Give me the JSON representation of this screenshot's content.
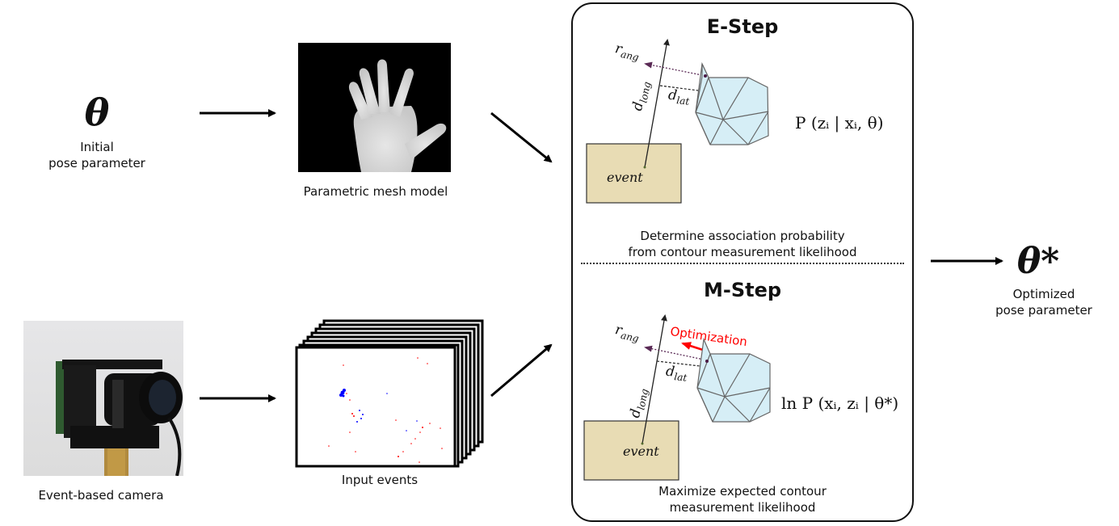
{
  "initial": {
    "symbol": "θ",
    "label_line1": "Initial",
    "label_line2": "pose parameter"
  },
  "mesh_model": {
    "image": "hand-mesh-render",
    "label": "Parametric mesh model"
  },
  "camera": {
    "image": "event-camera-photo",
    "label": "Event-based camera"
  },
  "input_events": {
    "label": "Input events",
    "frame_count": 8,
    "colors": {
      "positive": "#0000ff",
      "negative": "#ff0000"
    }
  },
  "e_step": {
    "title": "E-Step",
    "formula": "P (zᵢ | xᵢ, θ)",
    "event_label": "event",
    "r_ang": "r",
    "r_ang_sub": "ang",
    "d_lat": "d",
    "d_lat_sub": "lat",
    "d_long": "d",
    "d_long_sub": "long",
    "description_line1": "Determine association probability",
    "description_line2": "from contour measurement likelihood"
  },
  "m_step": {
    "title": "M-Step",
    "formula": "ln P (xᵢ, zᵢ | θ*)",
    "optimization_label": "Optimization",
    "event_label": "event",
    "r_ang": "r",
    "r_ang_sub": "ang",
    "d_lat": "d",
    "d_lat_sub": "lat",
    "d_long": "d",
    "d_long_sub": "long",
    "description_line1": "Maximize expected contour",
    "description_line2": "measurement likelihood"
  },
  "output": {
    "symbol": "θ*",
    "label_line1": "Optimized",
    "label_line2": "pose parameter"
  },
  "colors": {
    "event_box": "#e8dcb4",
    "mesh_fill": "#d6eef6",
    "mesh_stroke": "#666666",
    "r_ang_arrow": "#5a2a55",
    "optimization": "#ff0000"
  }
}
